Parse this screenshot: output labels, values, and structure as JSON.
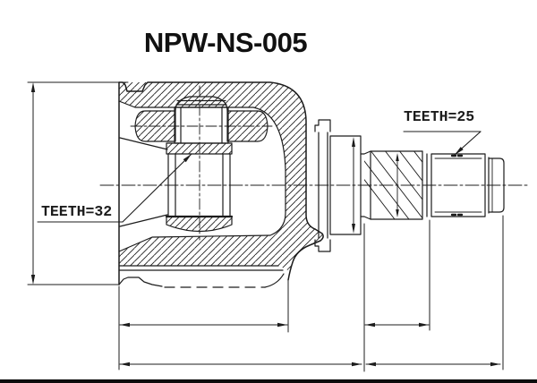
{
  "title": "NPW-NS-005",
  "labels": {
    "inner_spline": "TEETH=32",
    "outer_spline": "TEETH=25"
  },
  "colors": {
    "background": "#ffffff",
    "line": "#1c1c1c",
    "text": "#111111",
    "footer_bar": "#0d0d0d"
  },
  "diagram": {
    "type": "technical-drawing-cross-section",
    "teeth_counts": [
      32,
      25
    ]
  }
}
